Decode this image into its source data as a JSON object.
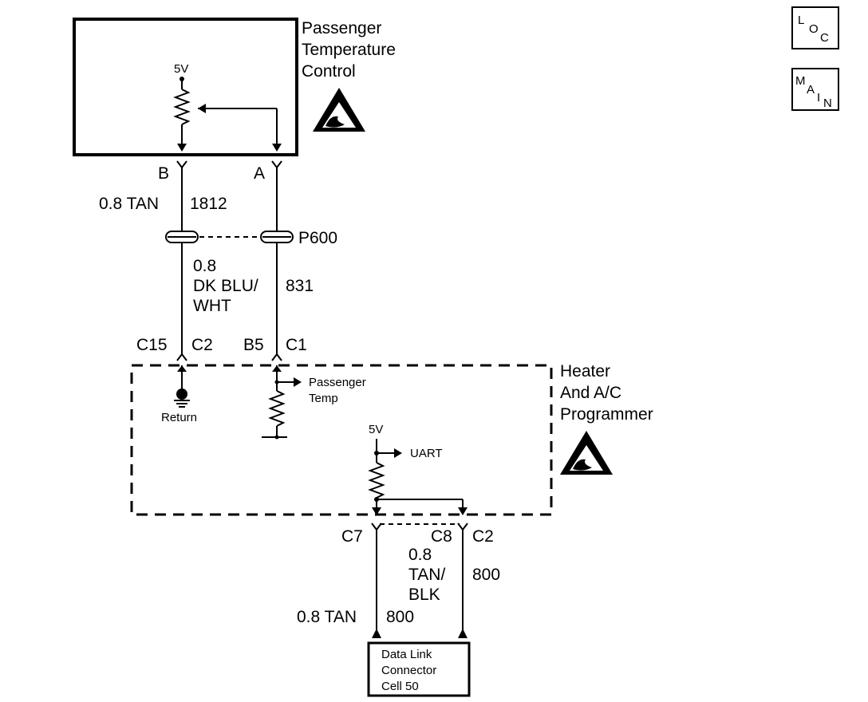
{
  "components": {
    "passenger_temp_control": {
      "title_lines": [
        "Passenger",
        "Temperature",
        "Control"
      ],
      "supply_label": "5V"
    },
    "heater_ac_programmer": {
      "title_lines": [
        "Heater",
        "And A/C",
        "Programmer"
      ],
      "return_label": "Return",
      "sensor_label_lines": [
        "Passenger",
        "Temp"
      ],
      "uart_supply_label": "5V",
      "uart_label": "UART"
    },
    "data_link_connector": {
      "label_lines": [
        "Data Link",
        "Connector",
        "Cell 50"
      ]
    }
  },
  "pins": {
    "ptc_left": "B",
    "ptc_right": "A",
    "prog_upper_left_a": "C15",
    "prog_upper_left_b": "C2",
    "prog_upper_right_a": "B5",
    "prog_upper_right_b": "C1",
    "prog_lower_left": "C7",
    "prog_lower_mid": "C8",
    "prog_lower_right": "C2"
  },
  "connector": {
    "name": "P600"
  },
  "wires": {
    "left_upper": {
      "size_color": "0.8 TAN",
      "circuit": "1812"
    },
    "left_lower": {
      "color_lines": [
        "0.8",
        "DK BLU/",
        "WHT"
      ]
    },
    "right": {
      "circuit": "831"
    },
    "dlc_left": {
      "size_color": "0.8 TAN",
      "circuit": "800"
    },
    "dlc_right": {
      "color_lines": [
        "0.8",
        "TAN/",
        "BLK"
      ],
      "circuit": "800"
    }
  },
  "nav": {
    "loc": [
      "L",
      "O",
      "C"
    ],
    "main": [
      "M",
      "A",
      "I",
      "N"
    ]
  }
}
